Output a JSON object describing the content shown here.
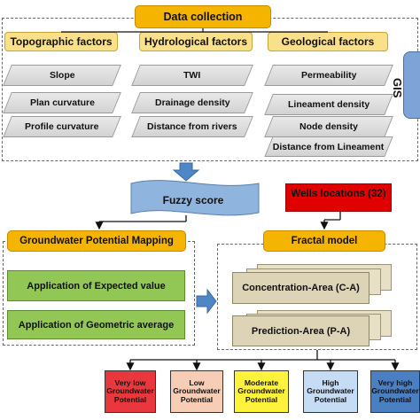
{
  "data_collection": {
    "title": "Data collection"
  },
  "factors": [
    {
      "title": "Topographic factors",
      "items": [
        "Slope",
        "Plan curvature",
        "Profile curvature"
      ]
    },
    {
      "title": "Hydrological factors",
      "items": [
        "TWI",
        "Drainage density",
        "Distance from rivers"
      ]
    },
    {
      "title": "Geological factors",
      "items": [
        "Permeability",
        "Lineament density",
        "Node density",
        "Distance from Lineament"
      ]
    }
  ],
  "gis": {
    "label": "GIS"
  },
  "fuzzy_score": {
    "label": "Fuzzy score"
  },
  "wells": {
    "label": "Wells locations (32)"
  },
  "gpm": {
    "title": "Groundwater Potential Mapping",
    "items": [
      "Application  of Expected value",
      "Application  of Geometric average"
    ]
  },
  "fractal": {
    "title": "Fractal model",
    "items": [
      "Concentration-Area (C-A)",
      "Prediction-Area (P-A)"
    ]
  },
  "classes": [
    {
      "lines": [
        "Very low",
        "Groundwater",
        "Potential"
      ],
      "fill": "#e8383d"
    },
    {
      "lines": [
        "Low",
        "Groundwater",
        "Potential"
      ],
      "fill": "#f7cdb6"
    },
    {
      "lines": [
        "Moderate",
        "Groundwater",
        "Potential"
      ],
      "fill": "#fff23a"
    },
    {
      "lines": [
        "High",
        "Groundwater",
        "Potential"
      ],
      "fill": "#c6dbf4"
    },
    {
      "lines": [
        "Very high",
        "Groundwater",
        "Potential"
      ],
      "fill": "#4a7fc1"
    }
  ],
  "colors": {
    "orange": "#f5b400",
    "factor_head": "#fbe08a",
    "gray_item": "#dcdcdc",
    "fuzzy_blue": "#8fb4de",
    "wells_red": "#e00000",
    "green": "#92c755",
    "tan": "#ddd3b6",
    "arrow_blue": "#4f86c6"
  }
}
